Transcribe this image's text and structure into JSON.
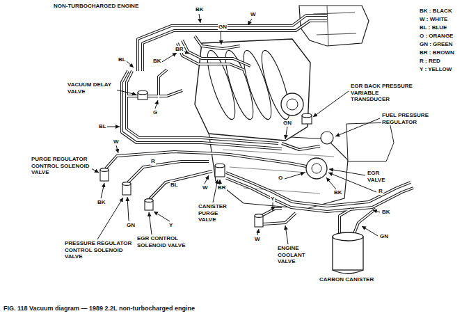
{
  "diagram": {
    "title": "NON-TURBOCHARGED ENGINE",
    "caption": "FIG. 118 Vacuum diagram — 1989 2.2L non-turbocharged engine",
    "labels": [
      "BK",
      "W",
      "GN",
      "BR",
      "BK",
      "BL",
      "VACUUM DELAY VALVE",
      "BL",
      "G",
      "EGR BACK PRESSURE VARIABLE TRANSDUCER",
      "GN",
      "FUEL PRESSURE REGULATOR",
      "W",
      "PURGE REGULATOR CONTROL SOLENOID VALVE",
      "R",
      "O",
      "BL",
      "W",
      "BR",
      "R",
      "EGR VALVE",
      "BK",
      "BK",
      "Y",
      "BK",
      "CANISTER PURGE VALVE",
      "GN",
      "Y",
      "PRESSURE REGULATOR CONTROL SOLENOID VALVE",
      "EGR CONTROL SOLENOID VALVE",
      "GN",
      "W",
      "ENGINE COOLANT VALVE",
      "CARBON CANISTER"
    ],
    "legend": [
      {
        "text": "BK : BLACK"
      },
      {
        "text": "W : WHITE"
      },
      {
        "text": "BL : BLUE"
      },
      {
        "text": "O : ORANGE"
      },
      {
        "text": "GN : GREEN"
      },
      {
        "text": "BR : BROWN"
      },
      {
        "text": "R : RED"
      },
      {
        "text": "Y : YELLOW"
      }
    ]
  }
}
